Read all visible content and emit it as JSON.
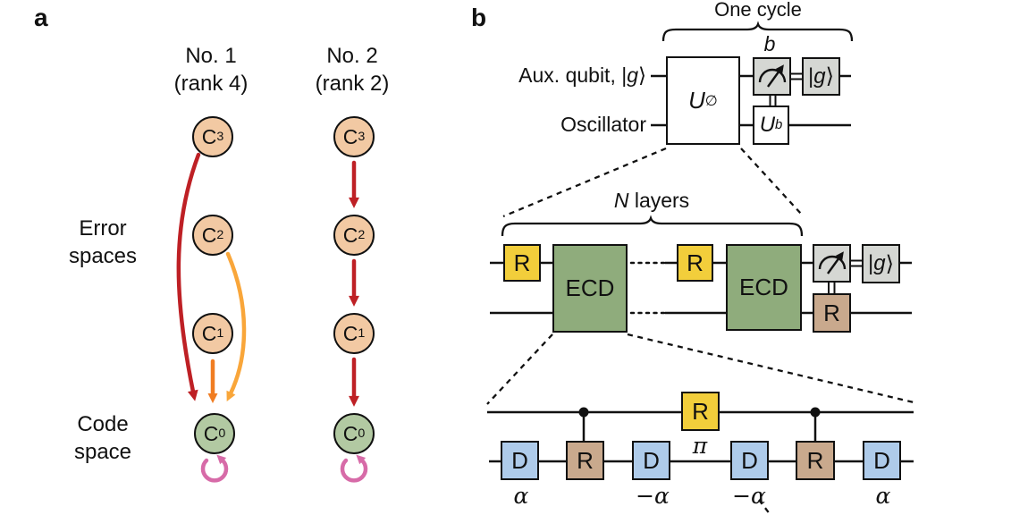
{
  "panel_a": {
    "label": "a",
    "columns": [
      {
        "title": "No. 1",
        "subtitle": "(rank 4)"
      },
      {
        "title": "No. 2",
        "subtitle": "(rank 2)"
      }
    ],
    "error_spaces": {
      "line1": "Error",
      "line2": "spaces"
    },
    "code_space": {
      "line1": "Code",
      "line2": "space"
    },
    "circles": {
      "c3": {
        "base": "C",
        "sub": "3"
      },
      "c2": {
        "base": "C",
        "sub": "2"
      },
      "c1": {
        "base": "C",
        "sub": "1"
      },
      "c0": {
        "base": "C",
        "sub": "0"
      }
    }
  },
  "panel_b": {
    "label": "b",
    "one_cycle": "One cycle",
    "meas_outcome": "b",
    "aux_qubit_prefix": "Aux. qubit, ",
    "oscillator": "Oscillator",
    "ket": {
      "open": "|",
      "g": "g",
      "close": "⟩"
    },
    "n_layers": {
      "n": "N",
      "rest": " layers"
    },
    "gates": {
      "u_phi": {
        "base": "U",
        "sub": "∅"
      },
      "u_b": {
        "base": "U",
        "sub": "b"
      },
      "r": "R",
      "ecd": "ECD",
      "d": "D"
    },
    "params": {
      "pi": "π",
      "alpha": "α",
      "neg_alpha": "−α"
    }
  },
  "colors": {
    "arrow_red": "#BE2025",
    "arrow_orange": "#F07D22",
    "arrow_yellow": "#F9A63A",
    "arrow_pink": "#D76BA8",
    "circle_error": "#F2C9A3",
    "circle_code": "#B2C9A2",
    "gate_yellow": "#F2CE3B",
    "gate_green": "#8FAC7C",
    "gate_tan": "#C9A98D",
    "gate_blue": "#AECBEA",
    "gate_grey": "#D5D7D3",
    "line_black": "#111111"
  }
}
